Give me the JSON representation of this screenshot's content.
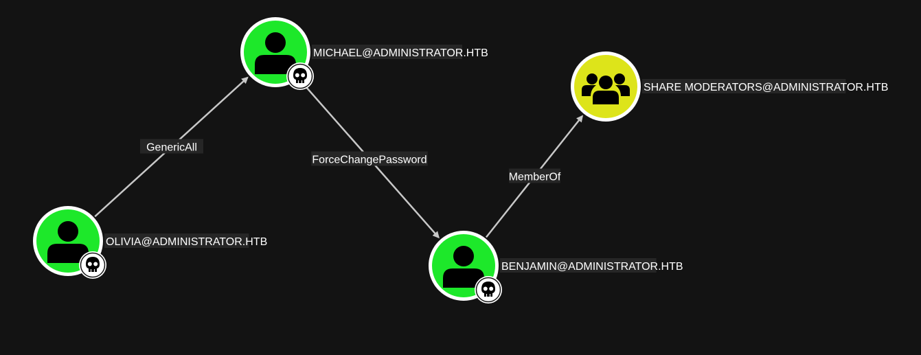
{
  "graph": {
    "nodes": [
      {
        "id": "olivia",
        "label": "OLIVIA@ADMINISTRATOR.HTB",
        "type": "user",
        "color": "#1de82a",
        "owned": true
      },
      {
        "id": "michael",
        "label": "MICHAEL@ADMINISTRATOR.HTB",
        "type": "user",
        "color": "#1de82a",
        "owned": true
      },
      {
        "id": "benjamin",
        "label": "BENJAMIN@ADMINISTRATOR.HTB",
        "type": "user",
        "color": "#1de82a",
        "owned": true
      },
      {
        "id": "share_moderators",
        "label": "SHARE MODERATORS@ADMINISTRATOR.HTB",
        "type": "group",
        "color": "#dde41a",
        "owned": false
      }
    ],
    "edges": [
      {
        "from": "olivia",
        "to": "michael",
        "label": "GenericAll"
      },
      {
        "from": "michael",
        "to": "benjamin",
        "label": "ForceChangePassword"
      },
      {
        "from": "benjamin",
        "to": "share_moderators",
        "label": "MemberOf"
      }
    ]
  },
  "colors": {
    "background": "#131313",
    "edge": "#c8c8c8",
    "label_bg": "#262626",
    "user_node": "#1de82a",
    "group_node": "#dde41a"
  },
  "icons": {
    "user": "user-icon",
    "group": "group-icon",
    "owned": "skull-icon"
  }
}
